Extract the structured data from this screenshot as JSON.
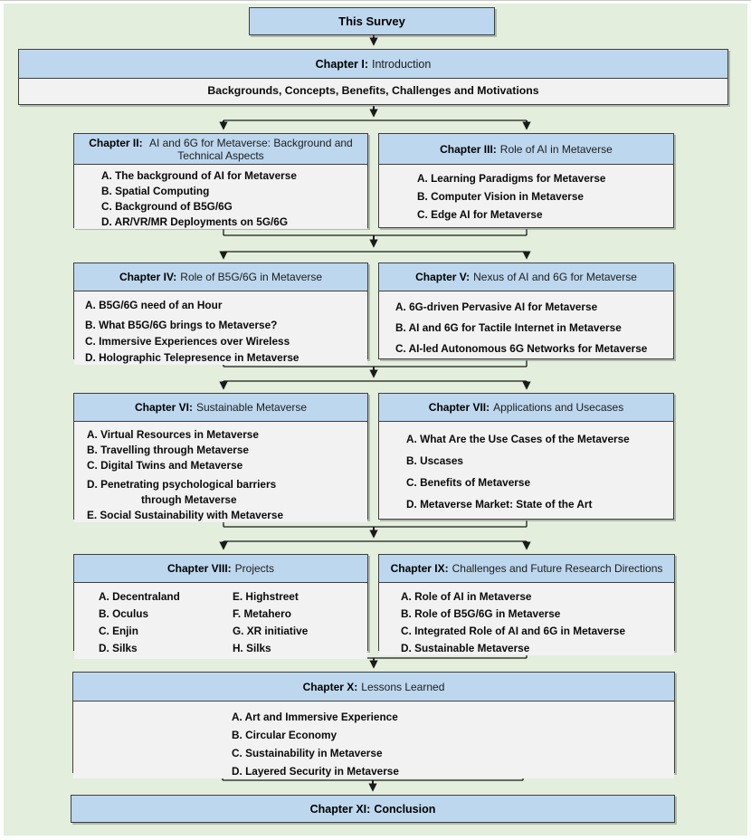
{
  "figure": {
    "description": "Survey structure flowchart",
    "colors": {
      "background_green": "#e3eedc",
      "header_blue": "#bdd7ee",
      "body_gray": "#f2f2f2",
      "border_dark": "#3f3f3f",
      "arrow_black": "#1a1a1a"
    }
  },
  "root": {
    "label": "This Survey"
  },
  "chapters": [
    {
      "label": "Chapter I:",
      "title": "Introduction",
      "items": [
        "Backgrounds, Concepts, Benefits, Challenges and Motivations"
      ]
    },
    {
      "label": "Chapter II:",
      "title": "AI and 6G for Metaverse: Background and Technical Aspects",
      "items": [
        "A. The background of AI for Metaverse",
        "B. Spatial Computing",
        "C. Background of B5G/6G",
        "D. AR/VR/MR Deployments on 5G/6G"
      ]
    },
    {
      "label": "Chapter III:",
      "title": "Role of AI in Metaverse",
      "items": [
        "A. Learning Paradigms for Metaverse",
        "B. Computer Vision in Metaverse",
        "C. Edge AI for Metaverse"
      ]
    },
    {
      "label": "Chapter IV:",
      "title": "Role of B5G/6G in Metaverse",
      "items": [
        "A. B5G/6G need of an Hour",
        "B. What B5G/6G brings to Metaverse?",
        "C. Immersive Experiences over Wireless",
        "D. Holographic Telepresence in Metaverse"
      ]
    },
    {
      "label": "Chapter V:",
      "title": "Nexus of AI and 6G for Metaverse",
      "items": [
        "A. 6G-driven Pervasive AI for Metaverse",
        "B. AI and 6G for Tactile Internet in Metaverse",
        "C. AI-led Autonomous 6G Networks for Metaverse"
      ]
    },
    {
      "label": "Chapter VI:",
      "title": "Sustainable Metaverse",
      "items": [
        "A. Virtual Resources in Metaverse",
        "B. Travelling through Metaverse",
        "C. Digital Twins and Metaverse",
        "D. Penetrating psychological barriers",
        "through Metaverse",
        "E. Social Sustainability with Metaverse"
      ]
    },
    {
      "label": "Chapter VII:",
      "title": "Applications and Usecases",
      "items": [
        "A. What Are the Use Cases of the Metaverse",
        "B. Uscases",
        "C. Benefits of Metaverse",
        "D. Metaverse Market: State of the Art"
      ]
    },
    {
      "label": "Chapter VIII:",
      "title": "Projects",
      "items_left": [
        "A. Decentraland",
        "B. Oculus",
        "C. Enjin",
        "D. Silks"
      ],
      "items_right": [
        "E. Highstreet",
        "F. Metahero",
        "G. XR initiative",
        "H. Silks"
      ]
    },
    {
      "label": "Chapter IX:",
      "title": "Challenges and Future Research Directions",
      "items": [
        "A. Role of AI in Metaverse",
        "B. Role of B5G/6G in Metaverse",
        "C. Integrated Role of AI and 6G in Metaverse",
        "D. Sustainable Metaverse"
      ]
    },
    {
      "label": "Chapter X:",
      "title": "Lessons Learned",
      "items": [
        "A. Art and Immersive Experience",
        "B. Circular Economy",
        "C. Sustainability in Metaverse",
        "D. Layered Security in Metaverse"
      ]
    },
    {
      "label": "Chapter XI:",
      "title": "Conclusion"
    }
  ]
}
